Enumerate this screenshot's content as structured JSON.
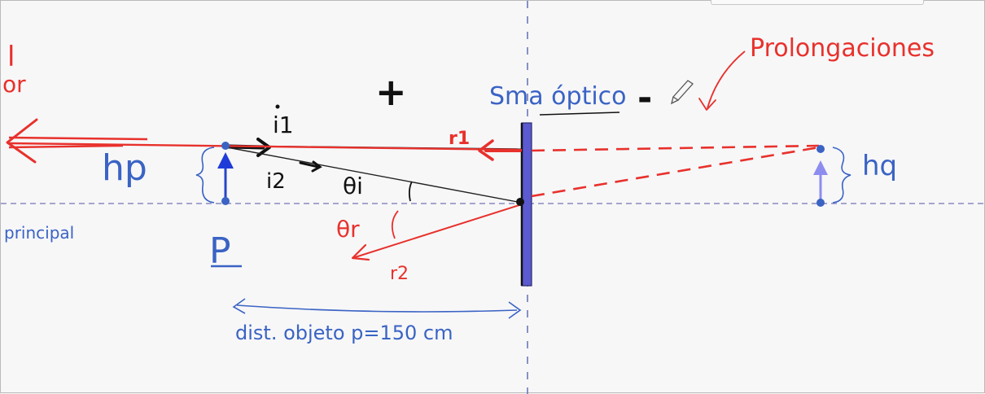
{
  "labels": {
    "cut_top_left": "l",
    "cut_left": "or",
    "plus_sign": "+",
    "minus_sign": "-",
    "mirror_name": "Sma óptico",
    "prolongations": "Prolongaciones",
    "ray1": "r1",
    "ray2": "r2",
    "incident1": "i1",
    "incident2": "i2",
    "theta_i": "θi",
    "theta_r": "θr",
    "height_p": "hp",
    "height_q": "hq",
    "axis": "principal",
    "object": "P",
    "distance": "dist. objeto p=150 cm"
  },
  "colors": {
    "red": "#e8312c",
    "blue": "#3a63c4",
    "mirror": "#5b5ad0",
    "light_blue": "#8d8df0",
    "black": "#111111",
    "axis_dash": "#8a8ac0"
  }
}
